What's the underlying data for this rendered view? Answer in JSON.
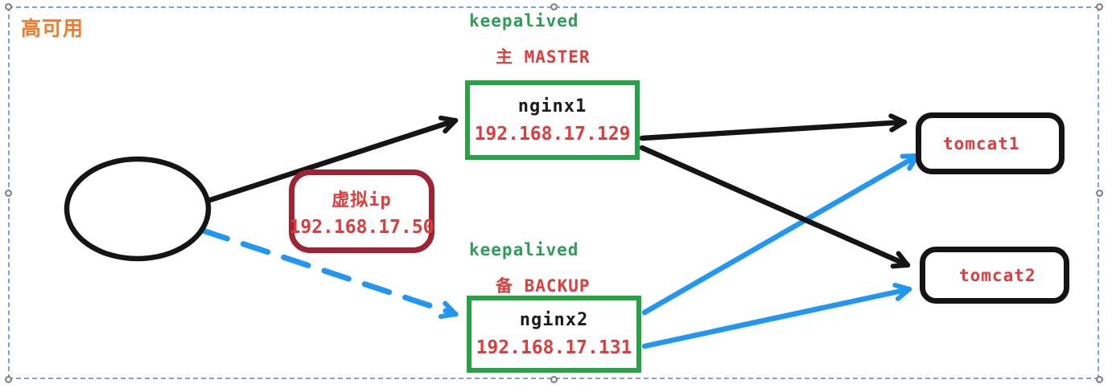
{
  "diagram": {
    "title": "高可用",
    "cluster_top": {
      "service": "keepalived",
      "role": "主 MASTER"
    },
    "cluster_bottom": {
      "service": "keepalived",
      "role": "备 BACKUP"
    },
    "nodes": {
      "client": {
        "shape": "ellipse",
        "label": ""
      },
      "nginx1": {
        "name": "nginx1",
        "ip": "192.168.17.129"
      },
      "virtual_ip": {
        "name": "虚拟ip",
        "ip": "192.168.17.50"
      },
      "nginx2": {
        "name": "nginx2",
        "ip": "192.168.17.131"
      },
      "tomcat1": {
        "name": "tomcat1"
      },
      "tomcat2": {
        "name": "tomcat2"
      }
    },
    "edges": [
      {
        "from": "client",
        "to": "nginx1",
        "style": "solid",
        "color": "#151515"
      },
      {
        "from": "client",
        "to": "nginx2",
        "style": "dashed",
        "color": "#2196F3"
      },
      {
        "from": "nginx1",
        "to": "tomcat1",
        "style": "solid",
        "color": "#151515"
      },
      {
        "from": "nginx1",
        "to": "tomcat2",
        "style": "solid",
        "color": "#151515"
      },
      {
        "from": "nginx2",
        "to": "tomcat1",
        "style": "solid",
        "color": "#2196F3"
      },
      {
        "from": "nginx2",
        "to": "tomcat2",
        "style": "solid",
        "color": "#2196F3"
      }
    ],
    "colors": {
      "title_orange": "#ED7D31",
      "green_text": "#2E9E57",
      "red_text": "#E03C3C",
      "green_border": "#27A346",
      "dark_red_border": "#9E2433",
      "black": "#151515",
      "blue_arrow": "#2196F3",
      "marquee_blue": "#7AA4D4"
    }
  }
}
